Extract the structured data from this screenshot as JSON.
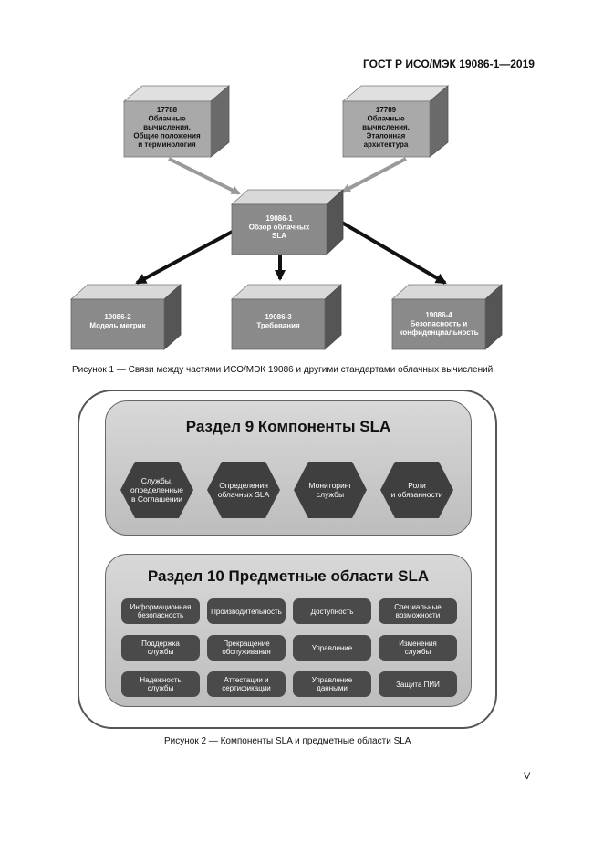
{
  "header": {
    "standard": "ГОСТ Р ИСО/МЭК 19086-1—2019"
  },
  "figure1": {
    "box_17788": "17788\nОблачные\nвычисления.\nОбщие положения\nи терминология",
    "box_17789": "17789\nОблачные\nвычисления.\nЭталонная\nархитектура",
    "box_center": "19086-1\nОбзор облачных\nSLA",
    "box_2": "19086-2\nМодель метрик",
    "box_3": "19086-3\nТребования",
    "box_4": "19086-4\nБезопасность и\nконфиденциальность",
    "caption": "Рисунок 1 — Связи между частями ИСО/МЭК 19086 и другими стандартами облачных вычислений"
  },
  "figure2": {
    "section9_title": "Раздел 9  Компоненты SLA",
    "components": [
      "Службы,\nопределенные\nв Соглашении",
      "Определения\nоблачных SLA",
      "Мониторинг\nслужбы",
      "Роли\nи обязанности"
    ],
    "section10_title": "Раздел 10  Предметные области SLA",
    "areas": [
      [
        "Информационная\nбезопасность",
        "Производительность",
        "Доступность",
        "Специальные\nвозможности"
      ],
      [
        "Поддержка\nслужбы",
        "Прекращение\nобслуживания",
        "Управление",
        "Изменения\nслужбы"
      ],
      [
        "Надежность\nслужбы",
        "Аттестации и\nсертификации",
        "Управление\nданными",
        "Защита ПИИ"
      ]
    ],
    "caption": "Рисунок 2 — Компоненты SLA и предметные области SLA"
  },
  "footer": {
    "page_number": "V"
  }
}
